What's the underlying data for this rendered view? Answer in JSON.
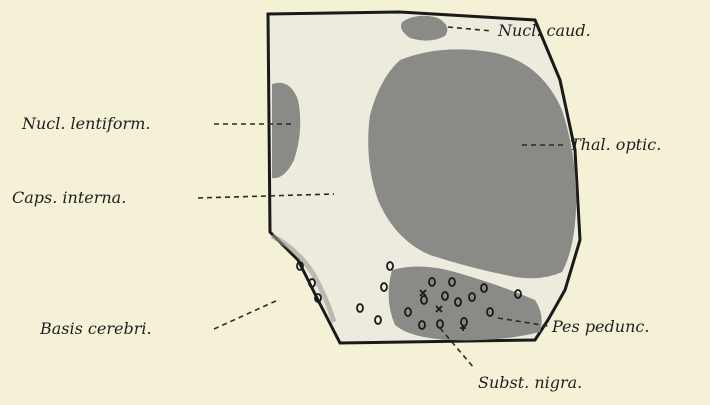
{
  "colors": {
    "background": "#f5f1d6",
    "section_fill": "#ecebdd",
    "gray_matter": "#8a8a86",
    "outline": "#1a1a1a"
  },
  "labels": {
    "nucl_caud": "Nucl. caud.",
    "nucl_lentiform": "Nucl. lentiform.",
    "thal_optic": "Thal. optic.",
    "caps_interna": "Caps. interna.",
    "basis_cerebri": "Basis cerebri.",
    "pes_pedunc": "Pes pedunc.",
    "subst_nigra": "Subst. nigra."
  }
}
